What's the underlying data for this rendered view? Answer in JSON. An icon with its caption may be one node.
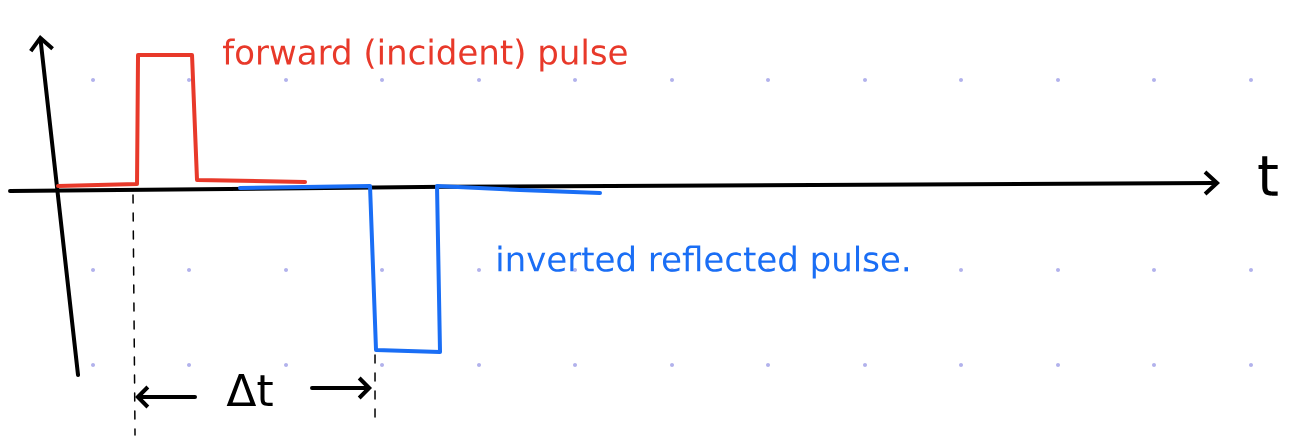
{
  "diagram": {
    "labels": [
      "forward (incident) pulse",
      "inverted reflected pulse.",
      "t",
      "Δt"
    ]
  }
}
